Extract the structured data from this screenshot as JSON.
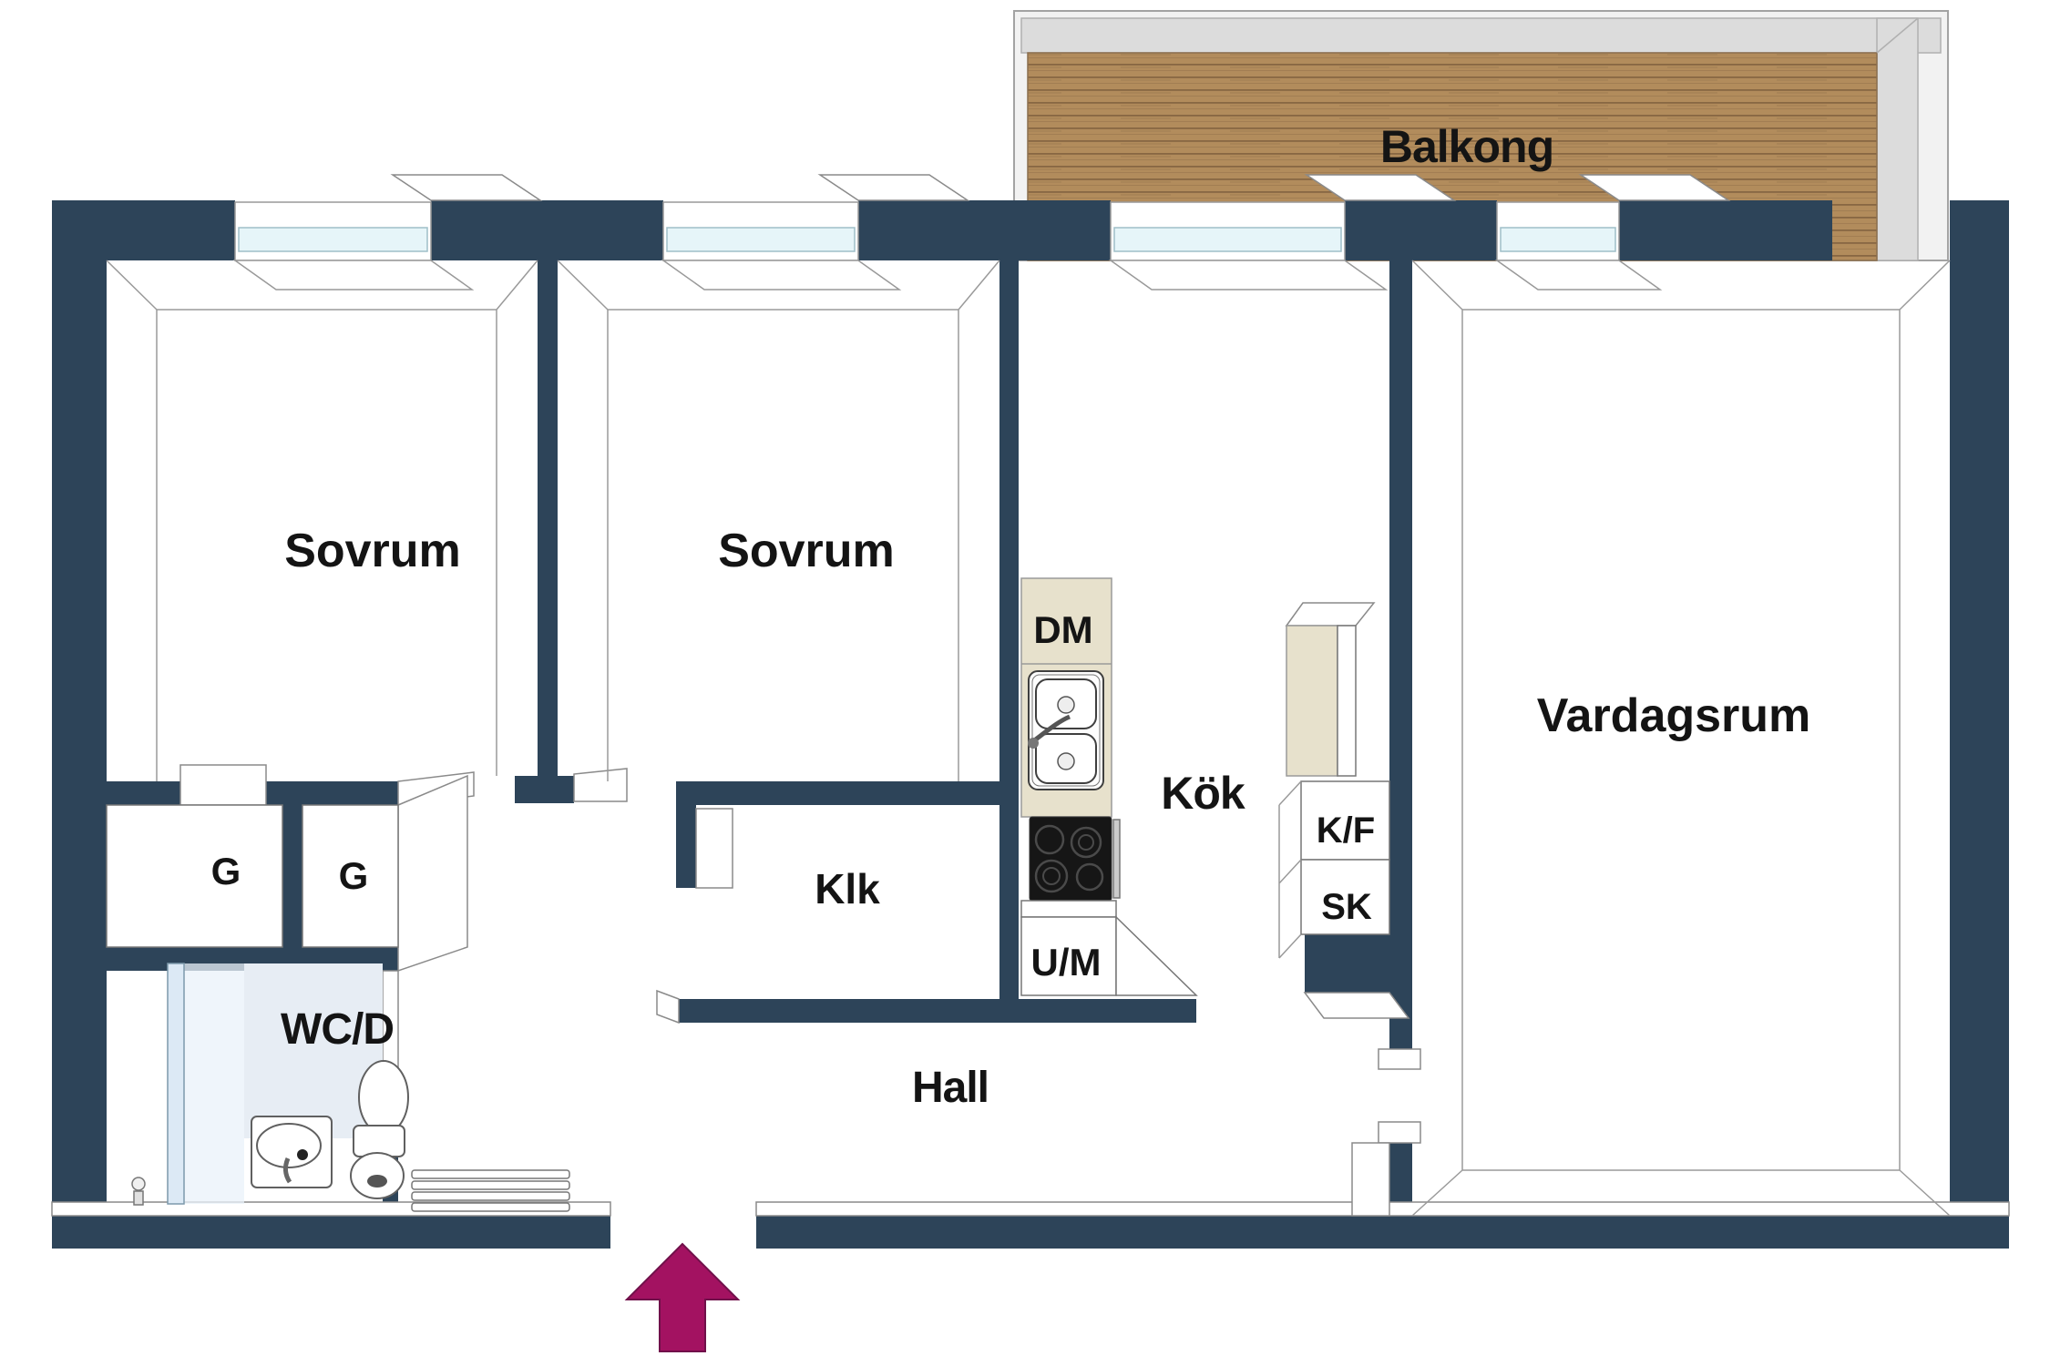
{
  "floorplan": {
    "labels": {
      "balcony": "Balkong",
      "bedroom1": "Sovrum",
      "bedroom2": "Sovrum",
      "living_room": "Vardagsrum",
      "kitchen": "Kök",
      "hall": "Hall",
      "walk_in_closet": "Klk",
      "bathroom": "WC/D",
      "wardrobe_left": "G",
      "wardrobe_right": "G",
      "dishwasher": "DM",
      "washing_machine": "U/M",
      "fridge_freezer": "K/F",
      "tall_cabinet": "SK"
    },
    "colors": {
      "wall": "#2d4459",
      "window_glass": "#e6f5f9",
      "balcony_wood": "#b28c5c",
      "balcony_frame": "#f2f2f2",
      "balcony_band": "#dcdcdc",
      "counter_beige": "#e7e1cc",
      "stove_black": "#161616",
      "bathroom_tint": "#e7edf4",
      "shower_glass": "#dce9f5",
      "entry_arrow": "#a31261",
      "outline_gray": "#9a9a9a"
    },
    "entry": {
      "symbol": "arrow-up"
    }
  }
}
